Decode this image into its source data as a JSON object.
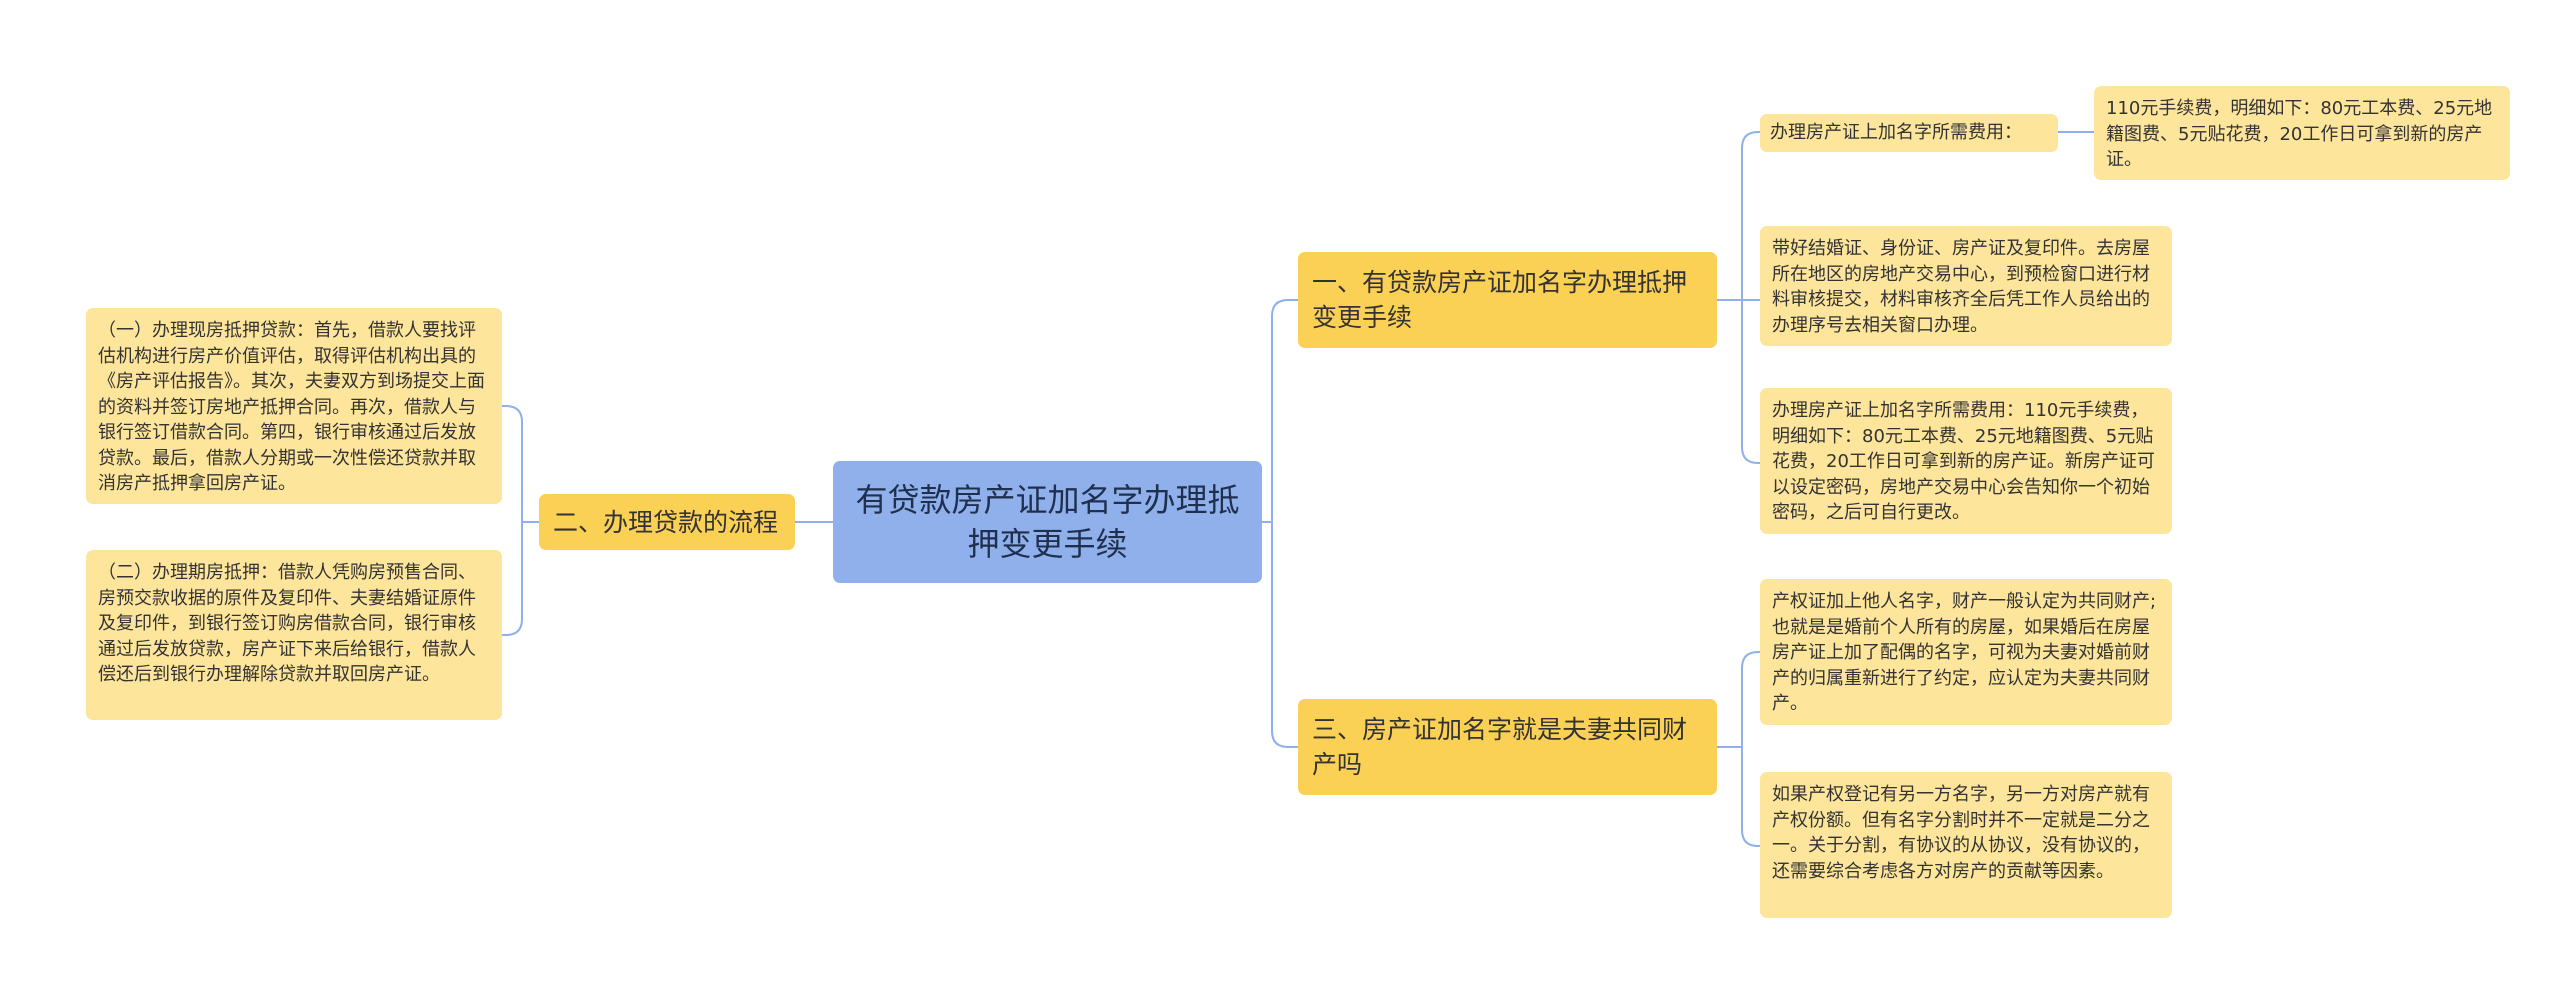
{
  "root": {
    "label": "有贷款房产证加名字办理抵押变更手续"
  },
  "branches": {
    "b1": {
      "label": "一、有贷款房产证加名字办理抵押变更手续",
      "items": [
        {
          "label": "办理房产证上加名字所需费用：",
          "child": "110元手续费，明细如下：80元工本费、25元地籍图费、5元贴花费，20工作日可拿到新的房产证。"
        },
        {
          "label": "带好结婚证、身份证、房产证及复印件。去房屋所在地区的房地产交易中心，到预检窗口进行材料审核提交，材料审核齐全后凭工作人员给出的办理序号去相关窗口办理。"
        },
        {
          "label": "办理房产证上加名字所需费用：110元手续费，明细如下：80元工本费、25元地籍图费、5元贴花费，20工作日可拿到新的房产证。新房产证可以设定密码，房地产交易中心会告知你一个初始密码，之后可自行更改。"
        }
      ]
    },
    "b2": {
      "label": "二、办理贷款的流程",
      "items": [
        {
          "label": "（一）办理现房抵押贷款：首先，借款人要找评估机构进行房产价值评估，取得评估机构出具的《房产评估报告》。其次，夫妻双方到场提交上面的资料并签订房地产抵押合同。再次，借款人与银行签订借款合同。第四，银行审核通过后发放贷款。最后，借款人分期或一次性偿还贷款并取消房产抵押拿回房产证。"
        },
        {
          "label": "（二）办理期房抵押：借款人凭购房预售合同、房预交款收据的原件及复印件、夫妻结婚证原件及复印件，到银行签订购房借款合同，银行审核通过后发放贷款，房产证下来后给银行，借款人偿还后到银行办理解除贷款并取回房产证。"
        }
      ]
    },
    "b3": {
      "label": "三、房产证加名字就是夫妻共同财产吗",
      "items": [
        {
          "label": "产权证加上他人名字，财产一般认定为共同财产;也就是是婚前个人所有的房屋，如果婚后在房屋房产证上加了配偶的名字，可视为夫妻对婚前财产的归属重新进行了约定，应认定为夫妻共同财产。"
        },
        {
          "label": "如果产权登记有另一方名字，另一方对房产就有产权份额。但有名字分割时并不一定就是二分之一。关于分割，有协议的从协议，没有协议的，还需要综合考虑各方对房产的贡献等因素。"
        }
      ]
    }
  },
  "colors": {
    "root": "#8fb0ea",
    "level1": "#fbd155",
    "leaf": "#fde59c",
    "connector": "#8fb0ea"
  }
}
